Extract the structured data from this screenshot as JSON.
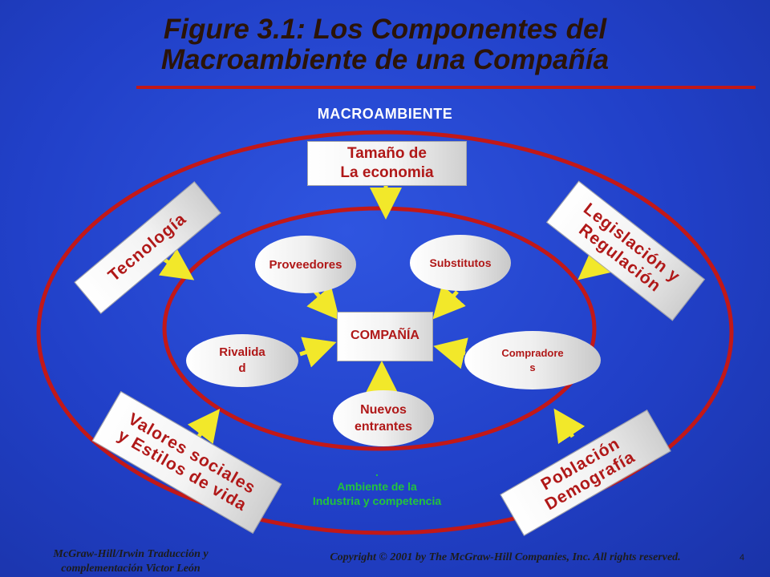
{
  "title": {
    "line1": "Figure 3.1: Los Componentes del",
    "line2": "Macroambiente de una Compañía"
  },
  "macro_label": "MACROAMBIENTE",
  "outer_factors": {
    "economia": {
      "line1": "Tamaño de",
      "line2": "La economia"
    },
    "tecnologia": {
      "line1": "Tecnología"
    },
    "legislacion": {
      "line1": "Legislación y",
      "line2": "Regulación"
    },
    "valores": {
      "line1": "Valores sociales",
      "line2": "y Estilos de vida"
    },
    "poblacion": {
      "line1": "Población",
      "line2": "Demografía"
    }
  },
  "industry_forces": {
    "proveedores": "Proveedores",
    "substitutos": "Substitutos",
    "rivalidad": {
      "line1": "Rivalida",
      "line2": "d"
    },
    "compradores": {
      "line1": "Compradore",
      "line2": "s"
    },
    "nuevos": {
      "line1": "Nuevos",
      "line2": "entrantes"
    }
  },
  "center": "COMPAÑÍA",
  "industry_label": {
    "dot": ".",
    "line1": "Ambiente de la",
    "line2": "Industria y competencia"
  },
  "footer": {
    "left_line1": "McGraw-Hill/Irwin Traducción y",
    "left_line2": "complementación Victor León",
    "copyright": "Copyright © 2001 by The McGraw-Hill Companies, Inc.  All rights reserved.",
    "page": "4"
  },
  "colors": {
    "background": "#2140c8",
    "title": "#2b1408",
    "rings": "#c21818",
    "arrows": "#f2e82a",
    "box_text": "#b01818",
    "industry_text": "#22c43c"
  }
}
